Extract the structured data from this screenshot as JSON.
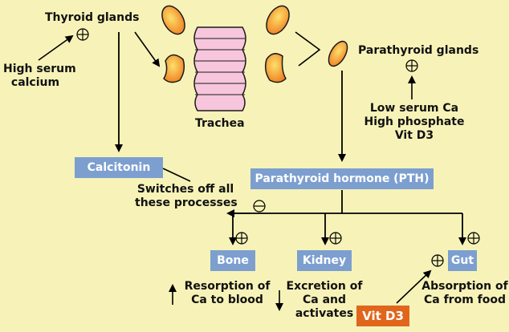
{
  "labels": {
    "thyroid_glands": "Thyroid glands",
    "high_serum_calcium": [
      "High serum",
      "calcium"
    ],
    "trachea": "Trachea",
    "parathyroid_glands": "Parathyroid glands",
    "low_serum": [
      "Low serum Ca",
      "High phosphate",
      "Vit D3"
    ],
    "calcitonin": "Calcitonin",
    "switches_off": [
      "Switches off all",
      "these processes"
    ],
    "pth": "Parathyroid hormone (PTH)",
    "bone": "Bone",
    "kidney": "Kidney",
    "gut": "Gut",
    "resorption": [
      "Resorption of",
      "Ca to blood"
    ],
    "excretion": [
      "Excretion of",
      "Ca and",
      "activates"
    ],
    "absorption": [
      "Absorption of",
      "Ca from food"
    ],
    "vit_d3": "Vit D3"
  },
  "colors": {
    "background": "#f7f3b8",
    "box": "#7c9fd0",
    "vit_box": "#e0661c",
    "gland_fill": "#f29a2e",
    "trachea_fill": "#f7c6dc"
  },
  "signs": {
    "plus": "plus-sign",
    "minus": "minus-sign"
  }
}
